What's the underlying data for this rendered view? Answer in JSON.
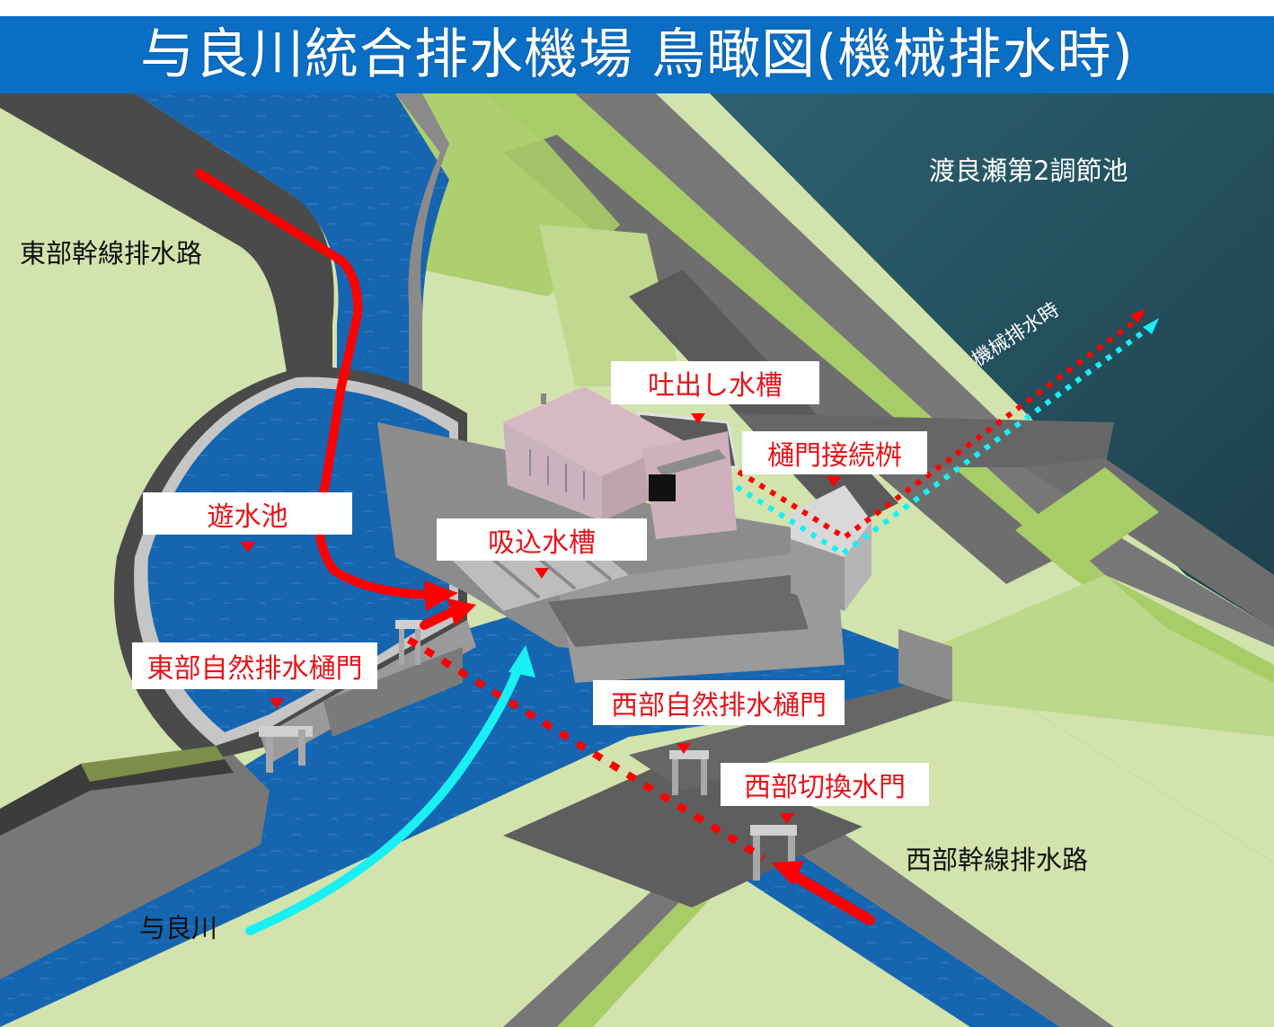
{
  "title": "与良川統合排水機場 鳥瞰図(機械排水時)",
  "colors": {
    "title_bar": "#0a6ec5",
    "water": "#1565b0",
    "reservoir": "#23505e",
    "grass_light": "#d2e3ae",
    "grass_mid": "#a8cc68",
    "concrete_dark": "#4a4a4a",
    "concrete": "#777777",
    "concrete_light": "#bdbdbd",
    "building_roof": "#d7b9c4",
    "flow_drainage": "#ff0000",
    "flow_river": "#19f0f5",
    "label_text": "#e4141a"
  },
  "place_labels": {
    "east_trunk_channel": "東部幹線排水路",
    "west_trunk_channel": "西部幹線排水路",
    "yora_river": "与良川",
    "watarase_reservoir": "渡良瀬第2調節池",
    "mechanical_drainage_note": "機械排水時"
  },
  "facility_labels": [
    {
      "id": "discharge-tank",
      "text": "吐出し水槽"
    },
    {
      "id": "sluice-connection-pit",
      "text": "樋門接続桝"
    },
    {
      "id": "retention-pond",
      "text": "遊水池"
    },
    {
      "id": "intake-tank",
      "text": "吸込水槽"
    },
    {
      "id": "east-natural-drainage-sluice",
      "text": "東部自然排水樋門"
    },
    {
      "id": "west-natural-drainage-sluice",
      "text": "西部自然排水樋門"
    },
    {
      "id": "west-switching-gate",
      "text": "西部切換水門"
    }
  ],
  "legend_flows": [
    {
      "name": "drainage-flow",
      "color": "#ff0000",
      "style": "solid arrow / dotted path"
    },
    {
      "name": "river-flow",
      "color": "#19f0f5",
      "style": "solid arrow / dotted path"
    }
  ]
}
